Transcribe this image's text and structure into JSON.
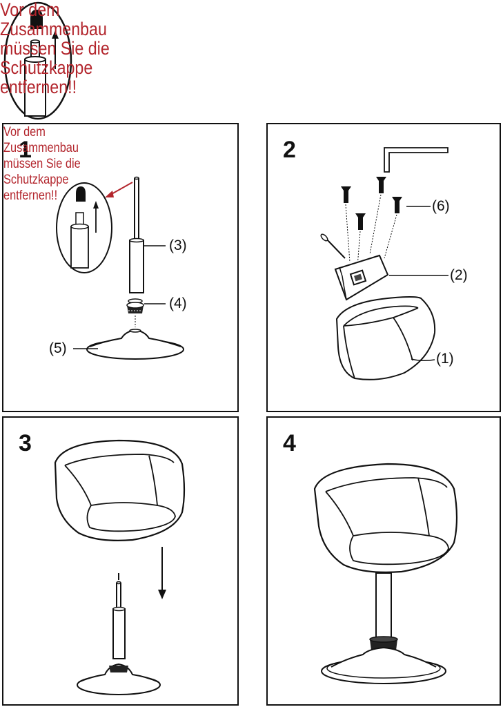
{
  "warning": {
    "text": "Vor dem\nZusammenbau\nmüssen Sie die\nSchutzkappe\nentfernen!!"
  },
  "panels": [
    {
      "step": "1",
      "labels": {
        "tube": "(3)",
        "ring": "(4)",
        "base": "(5)"
      }
    },
    {
      "step": "2",
      "labels": {
        "screws": "(6)",
        "plate": "(2)",
        "seat": "(1)"
      }
    },
    {
      "step": "3"
    },
    {
      "step": "4"
    }
  ],
  "colors": {
    "warning_red": "#b3262d",
    "line": "#111111"
  }
}
